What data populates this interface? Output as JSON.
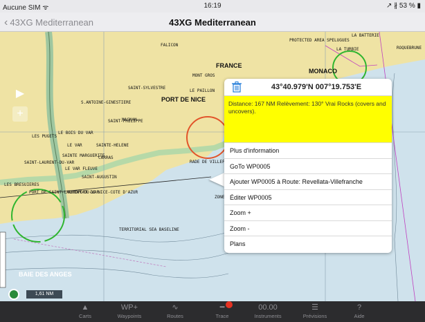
{
  "status_bar": {
    "carrier": "Aucune SIM ᯤ",
    "time": "16:19",
    "battery": "↗ ∦ 53 % ▮"
  },
  "nav_bar": {
    "back_label": "43XG Mediterranean",
    "title": "43XG Mediterranean"
  },
  "map": {
    "labels": {
      "france": "FRANCE",
      "port_de_nice": "PORT DE NICE",
      "monaco": "MONACO",
      "baie_des_anges": "BAIE DES ANGES",
      "falicon": "FALICON",
      "mont_gros": "MONT GROS",
      "le_paillon": "LE PAILLON",
      "saint_antoine": "S.ANTOINE-GINESTIERE",
      "saint_philippe": "SAINT-PHILIPPE",
      "saint_sylvestre": "SAINT-SYLVESTRE",
      "le_bois_du_var": "LE BOIS DU VAR",
      "les_pugets": "LES PUGETS",
      "le_var": "LE VAR",
      "sainte_helene": "SAINTE-HELENE",
      "sainte_marguerite": "SAINTE MARGUERITE",
      "carras": "CARRAS",
      "saint_laurent": "SAINT-LAURENT-DU-VAR",
      "le_var_fleuve": "LE VAR FLEUVE",
      "saint_augustin": "SAINT-AUGUSTIN",
      "les_bresuieres": "LES BRESUIERES",
      "port_du_laurent": "PORT DE SAINT-LAURENT-DU-VAR",
      "aeroport": "AEROPORT DE NICE-COTE D'AZUR",
      "territorial": "TERRITORIAL SEA BASELINE",
      "protected": "PROTECTED AREA SPELUGUES",
      "la_turbie": "LA TURBIE",
      "magnan": "MAGNAN",
      "rade_villefranche": "RADE DE VILLEFRANCHE",
      "roquebrune": "ROQUEBRUNE",
      "la_batterie": "LA BATTERIE",
      "zone_reglementee": "ZONE REGLEMENTEE"
    },
    "scale_label": "1,61 NM"
  },
  "popup": {
    "coordinates": "43°40.979'N 007°19.753'E",
    "info_text": "Distance: 167 NM  Relèvement: 130° Vrai Rocks (covers and uncovers).",
    "actions": [
      "Plus d'information",
      "GoTo WP0005",
      "Ajouter WP0005 à Route: Revellata-Villefranche",
      "Éditer WP0005",
      "Zoom +",
      "Zoom -",
      "Plans"
    ]
  },
  "tab_bar": {
    "tabs": [
      {
        "label": "Carts",
        "icon": "ship-icon"
      },
      {
        "label": "Waypoints",
        "icon": "waypoint-icon"
      },
      {
        "label": "Routes",
        "icon": "route-icon"
      },
      {
        "label": "Trace",
        "icon": "trace-icon"
      },
      {
        "label": "Instruments",
        "icon": "instruments-icon"
      },
      {
        "label": "Prévisions",
        "icon": "forecast-icon"
      },
      {
        "label": "Aide",
        "icon": "help-icon"
      }
    ],
    "instruments_readout": "00.00",
    "waypoints_readout": "WP+"
  },
  "colors": {
    "land": "#efe3a4",
    "sea": "#cfe2ec",
    "highlight": "#ffff00",
    "tabbar": "#2c2c2e",
    "record": "#e53222"
  }
}
